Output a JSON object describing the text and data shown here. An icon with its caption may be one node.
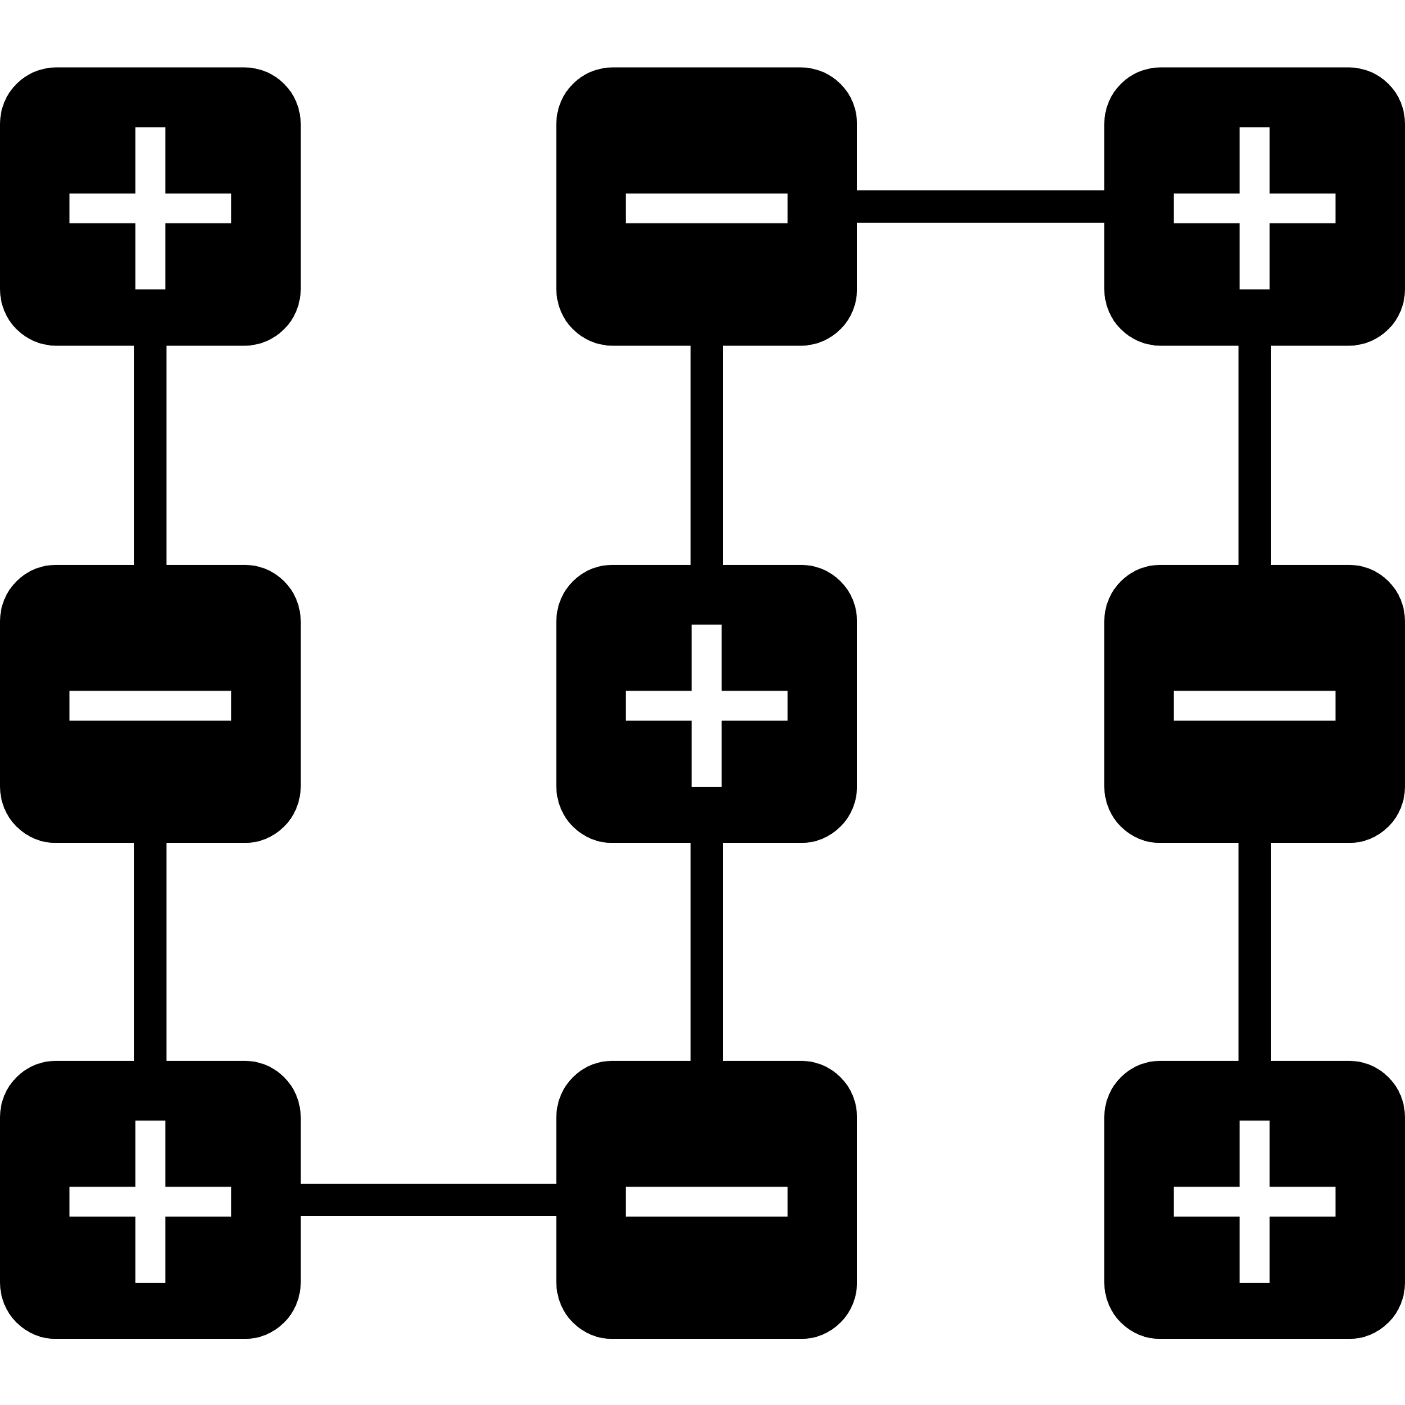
{
  "diagram": {
    "nodes": [
      {
        "text": [
          "+"
        ]
      },
      {
        "text": [
          "−"
        ]
      },
      {
        "text": [
          "+"
        ]
      },
      {
        "text": [
          "−"
        ]
      },
      {
        "text": [
          "+"
        ]
      },
      {
        "text": [
          "−"
        ]
      },
      {
        "text": [
          "+"
        ]
      },
      {
        "text": [
          "−"
        ]
      },
      {
        "text": [
          "+"
        ]
      }
    ],
    "edges": [
      {
        "from": 0,
        "to": 3,
        "arrow": "none"
      },
      {
        "from": 3,
        "to": 6,
        "arrow": "none"
      },
      {
        "from": 6,
        "to": 7,
        "arrow": "none"
      },
      {
        "from": 7,
        "to": 4,
        "arrow": "none"
      },
      {
        "from": 4,
        "to": 1,
        "arrow": "none"
      },
      {
        "from": 1,
        "to": 2,
        "arrow": "none"
      },
      {
        "from": 2,
        "to": 5,
        "arrow": "none"
      },
      {
        "from": 5,
        "to": 8,
        "arrow": "none"
      }
    ]
  }
}
